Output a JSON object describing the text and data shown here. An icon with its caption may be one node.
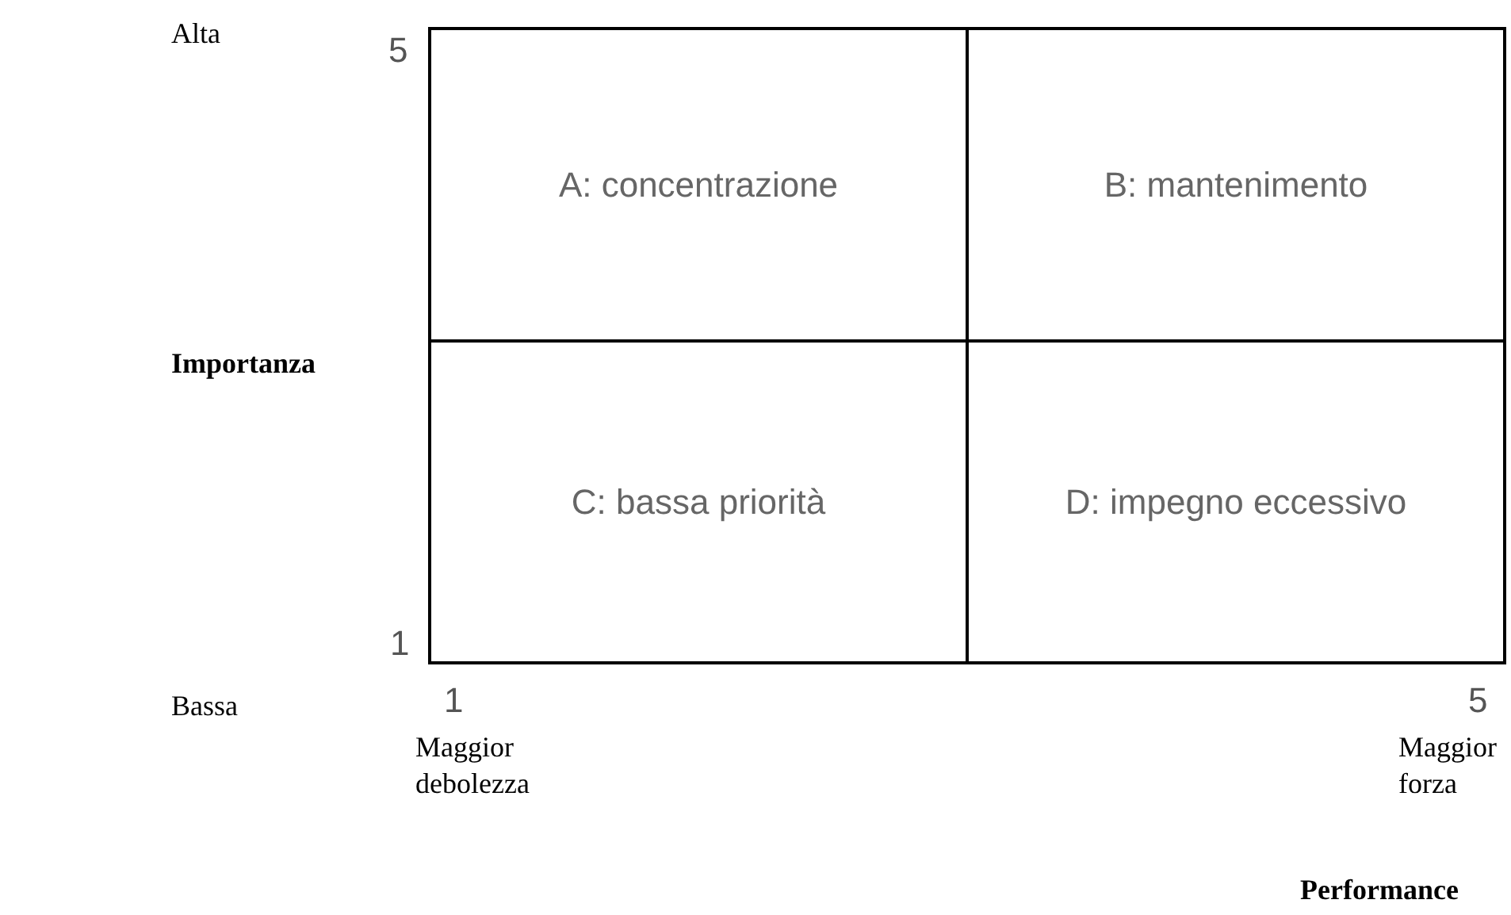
{
  "diagram": {
    "nodes": [
      {
        "text": [
          "A: concentrazione"
        ]
      },
      {
        "text": [
          "B: mantenimento"
        ]
      },
      {
        "text": [
          "C: bassa priorità"
        ]
      },
      {
        "text": [
          "D: impegno eccessivo"
        ]
      }
    ],
    "labels": [
      "Alta",
      "5",
      "Importanza",
      "1",
      "Bassa",
      "1",
      "5",
      "Maggior debolezza",
      "Maggior forza",
      "Performance"
    ]
  }
}
